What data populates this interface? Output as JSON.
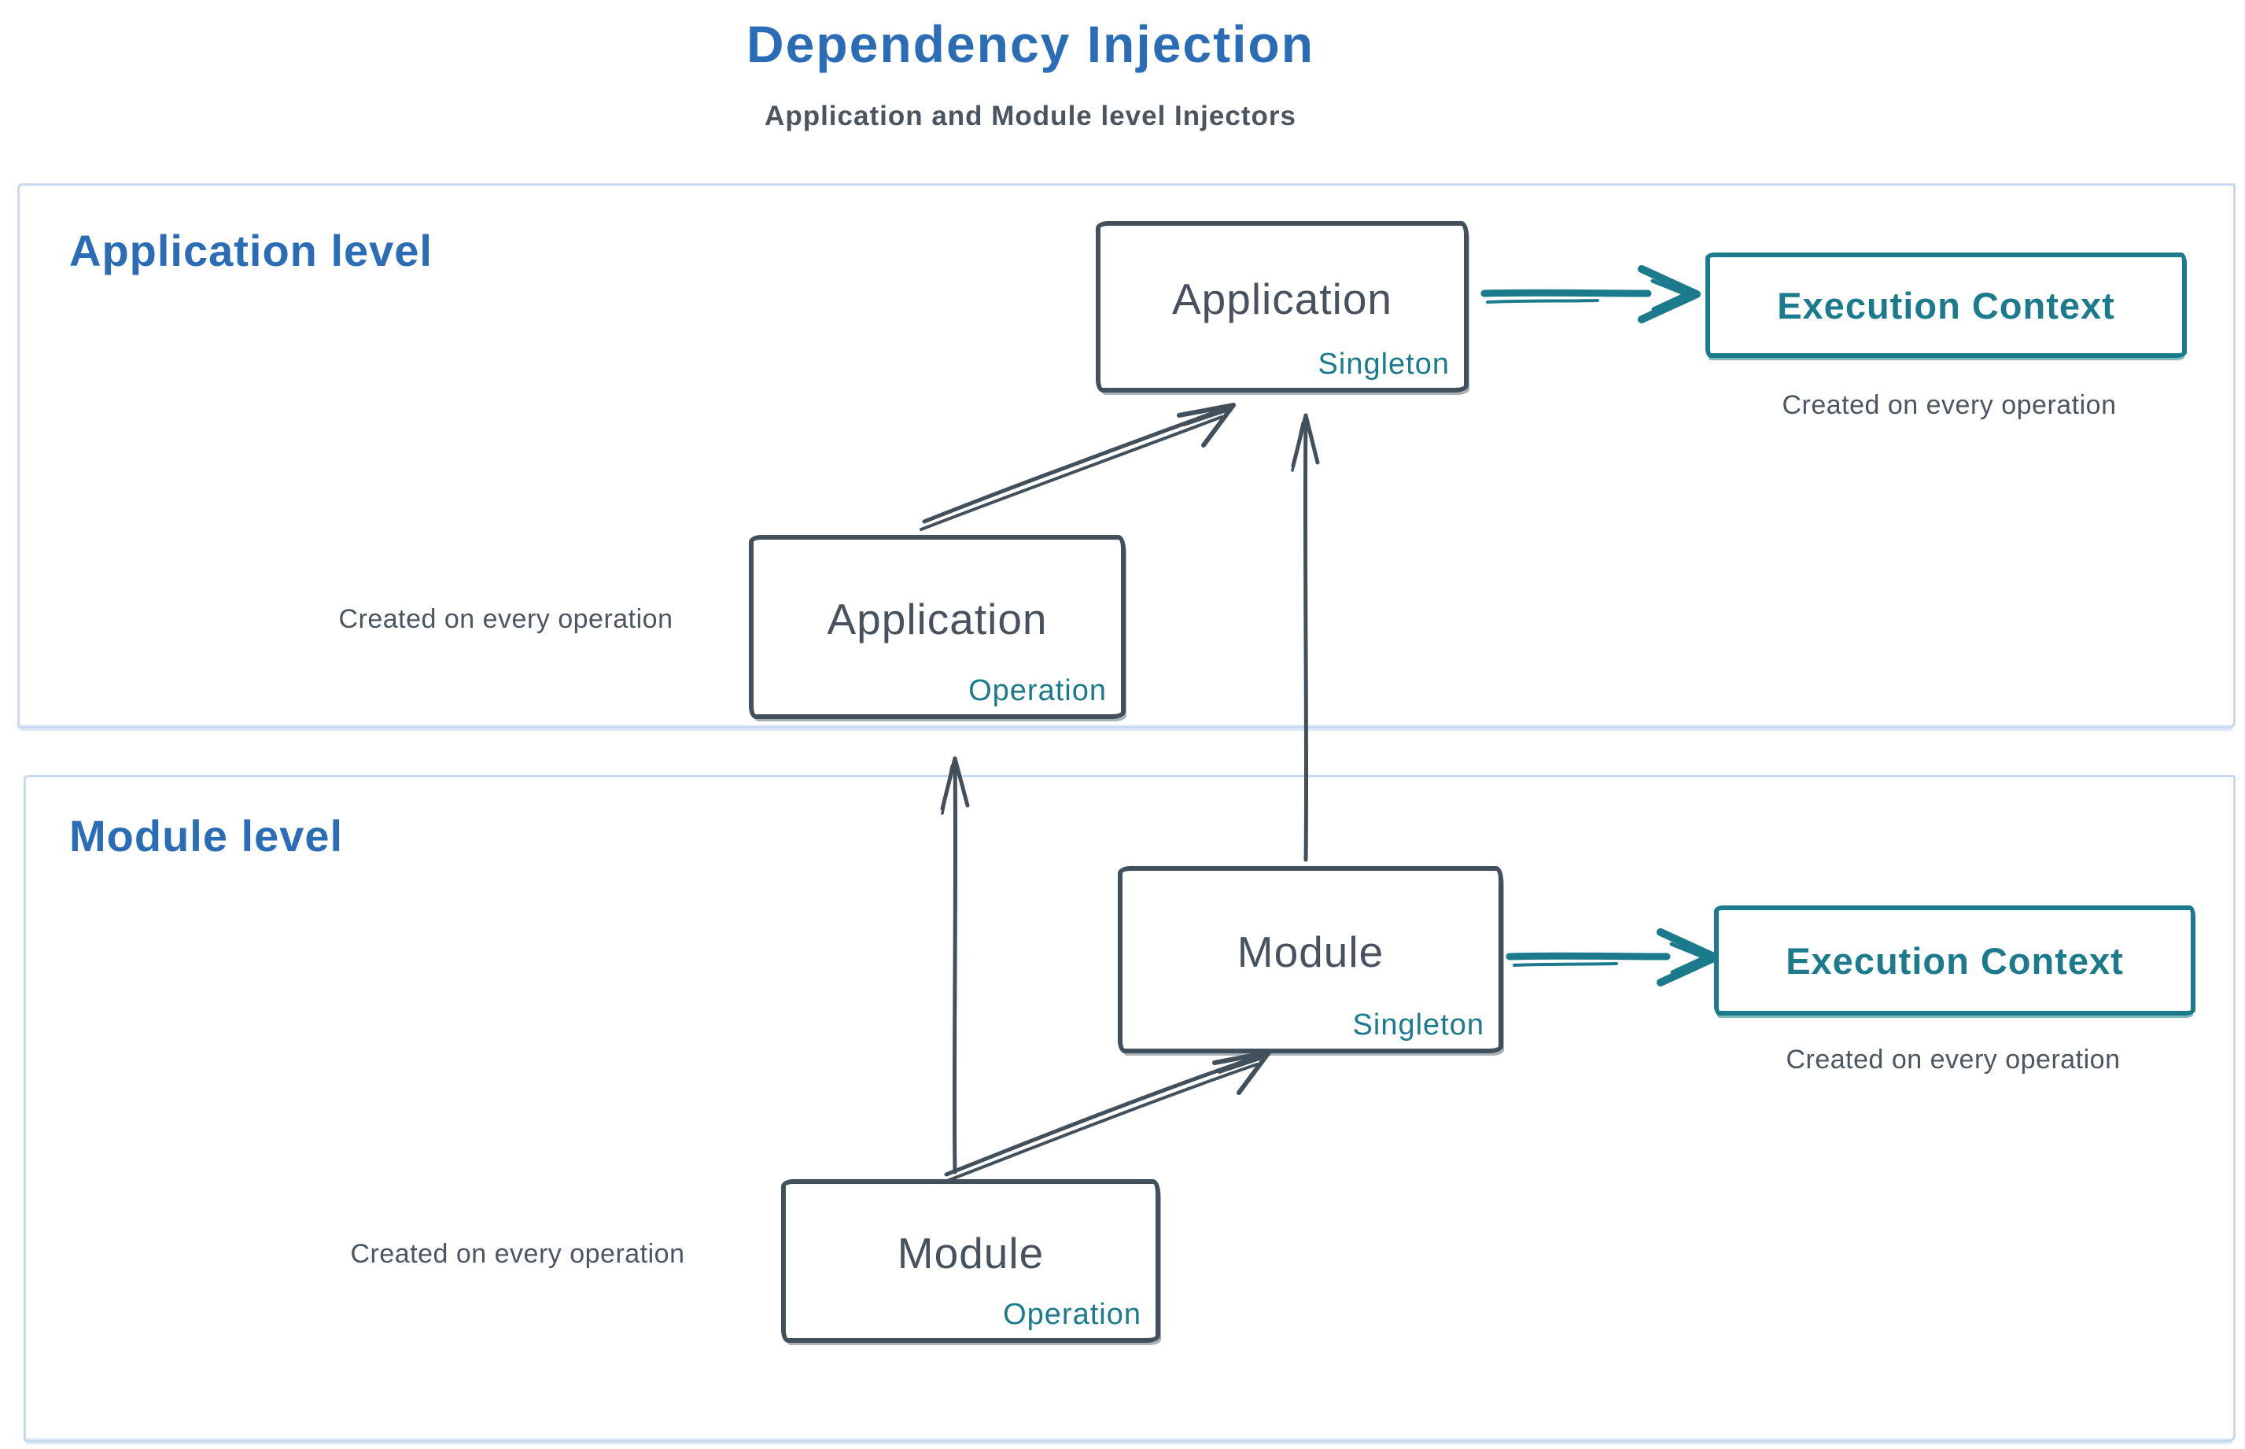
{
  "diagram": {
    "title": "Dependency Injection",
    "subtitle": "Application and Module level Injectors"
  },
  "application_level": {
    "label": "Application level",
    "singleton_box": {
      "name": "Application",
      "tag": "Singleton"
    },
    "operation_box": {
      "name": "Application",
      "tag": "Operation"
    },
    "operation_caption": "Created on every operation",
    "execution_context": {
      "title": "Execution Context",
      "caption": "Created on every operation"
    }
  },
  "module_level": {
    "label": "Module level",
    "singleton_box": {
      "name": "Module",
      "tag": "Singleton"
    },
    "operation_box": {
      "name": "Module",
      "tag": "Operation"
    },
    "operation_caption": "Created on every operation",
    "execution_context": {
      "title": "Execution Context",
      "caption": "Created on every operation"
    }
  },
  "colors": {
    "heading_blue": "#2a6db6",
    "sketch_slate": "#42505c",
    "teal": "#1b7b8c",
    "container_border": "#c7d9ee"
  }
}
